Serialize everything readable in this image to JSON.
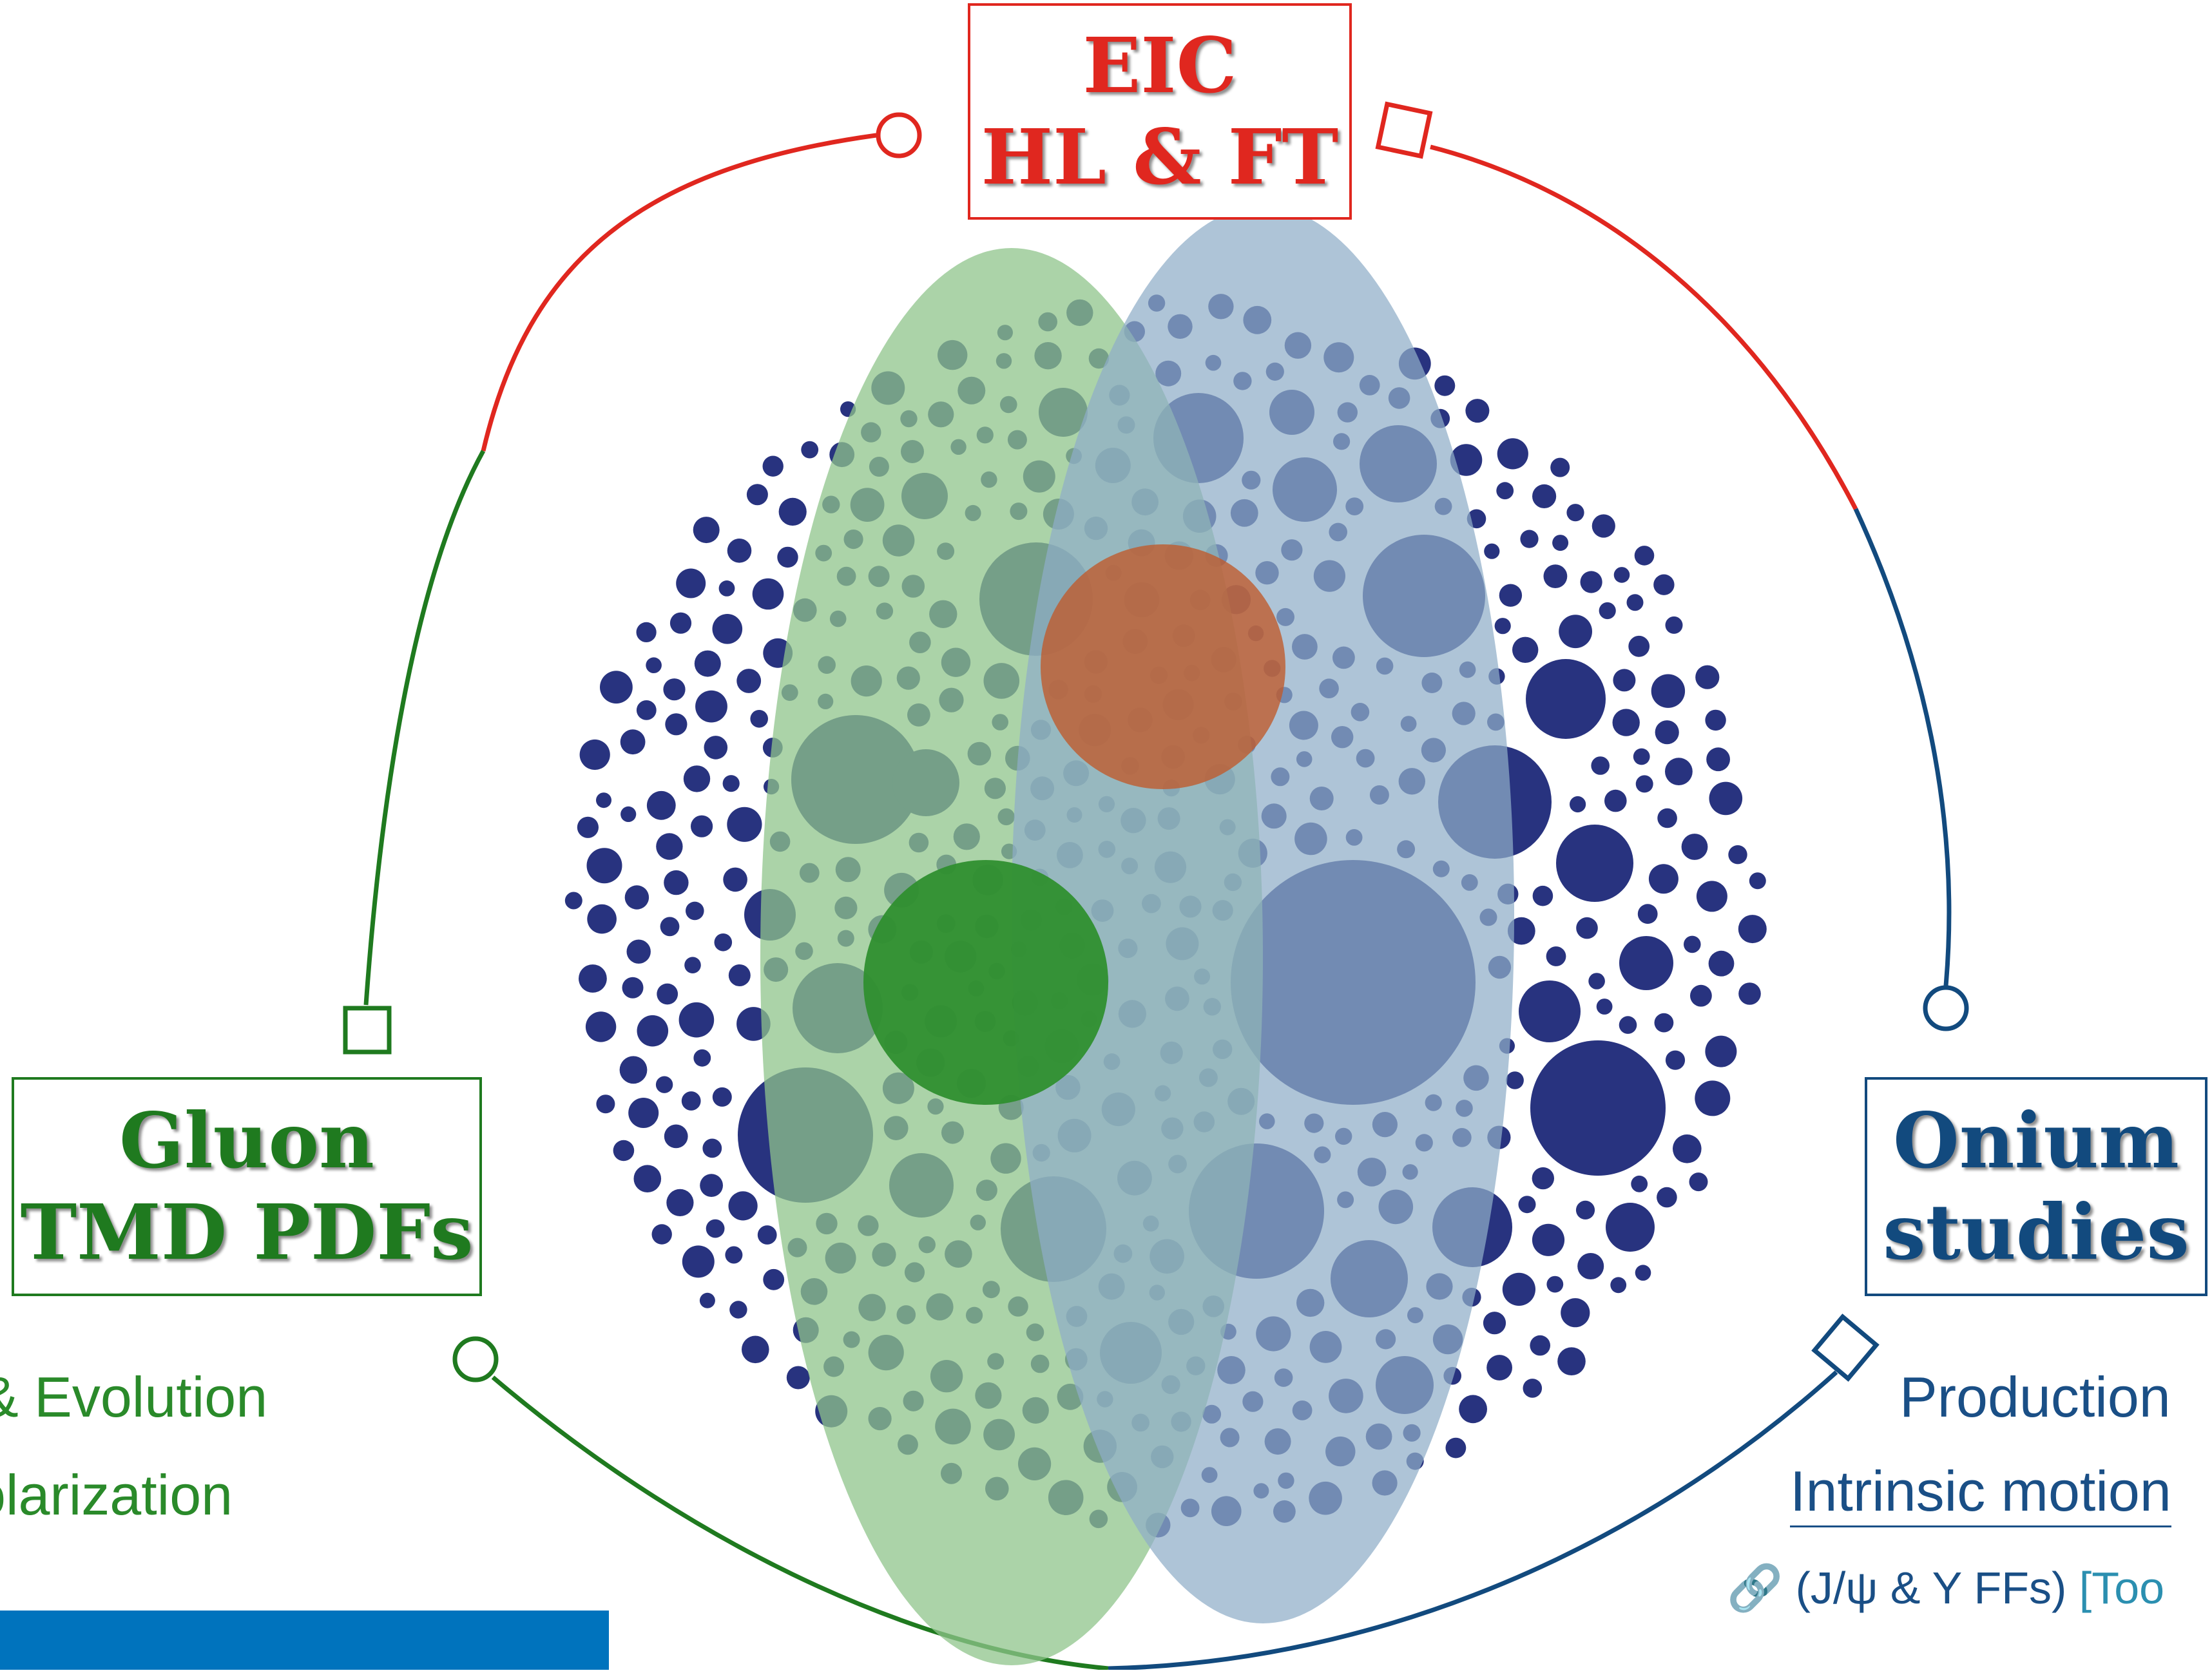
{
  "boxes": {
    "top": {
      "line1": "EIC",
      "line2": "HL & FT"
    },
    "left": {
      "line1": "Gluon",
      "line2": "TMD PDFs"
    },
    "right": {
      "line1": "Onium",
      "line2": "studies"
    }
  },
  "left_notes": [
    "& Evolution",
    "olarization"
  ],
  "right_notes": {
    "line1": "Production",
    "line2": "Intrinsic motion",
    "line3_icon": "link-icon",
    "line3_text": "(J/ψ & Υ FFs)",
    "line3_ref": "[Too"
  },
  "colors": {
    "eic_red": "#e0271f",
    "gluon_green": "#1f7a1f",
    "onium_blue": "#124a7e",
    "dot_navy": "#28337f",
    "ellipse_green": "#8fc48b",
    "ellipse_blue": "#8fadc8",
    "bar_blue": "#0073bd"
  },
  "icons": [
    "circle-connector-icon",
    "square-connector-icon"
  ]
}
